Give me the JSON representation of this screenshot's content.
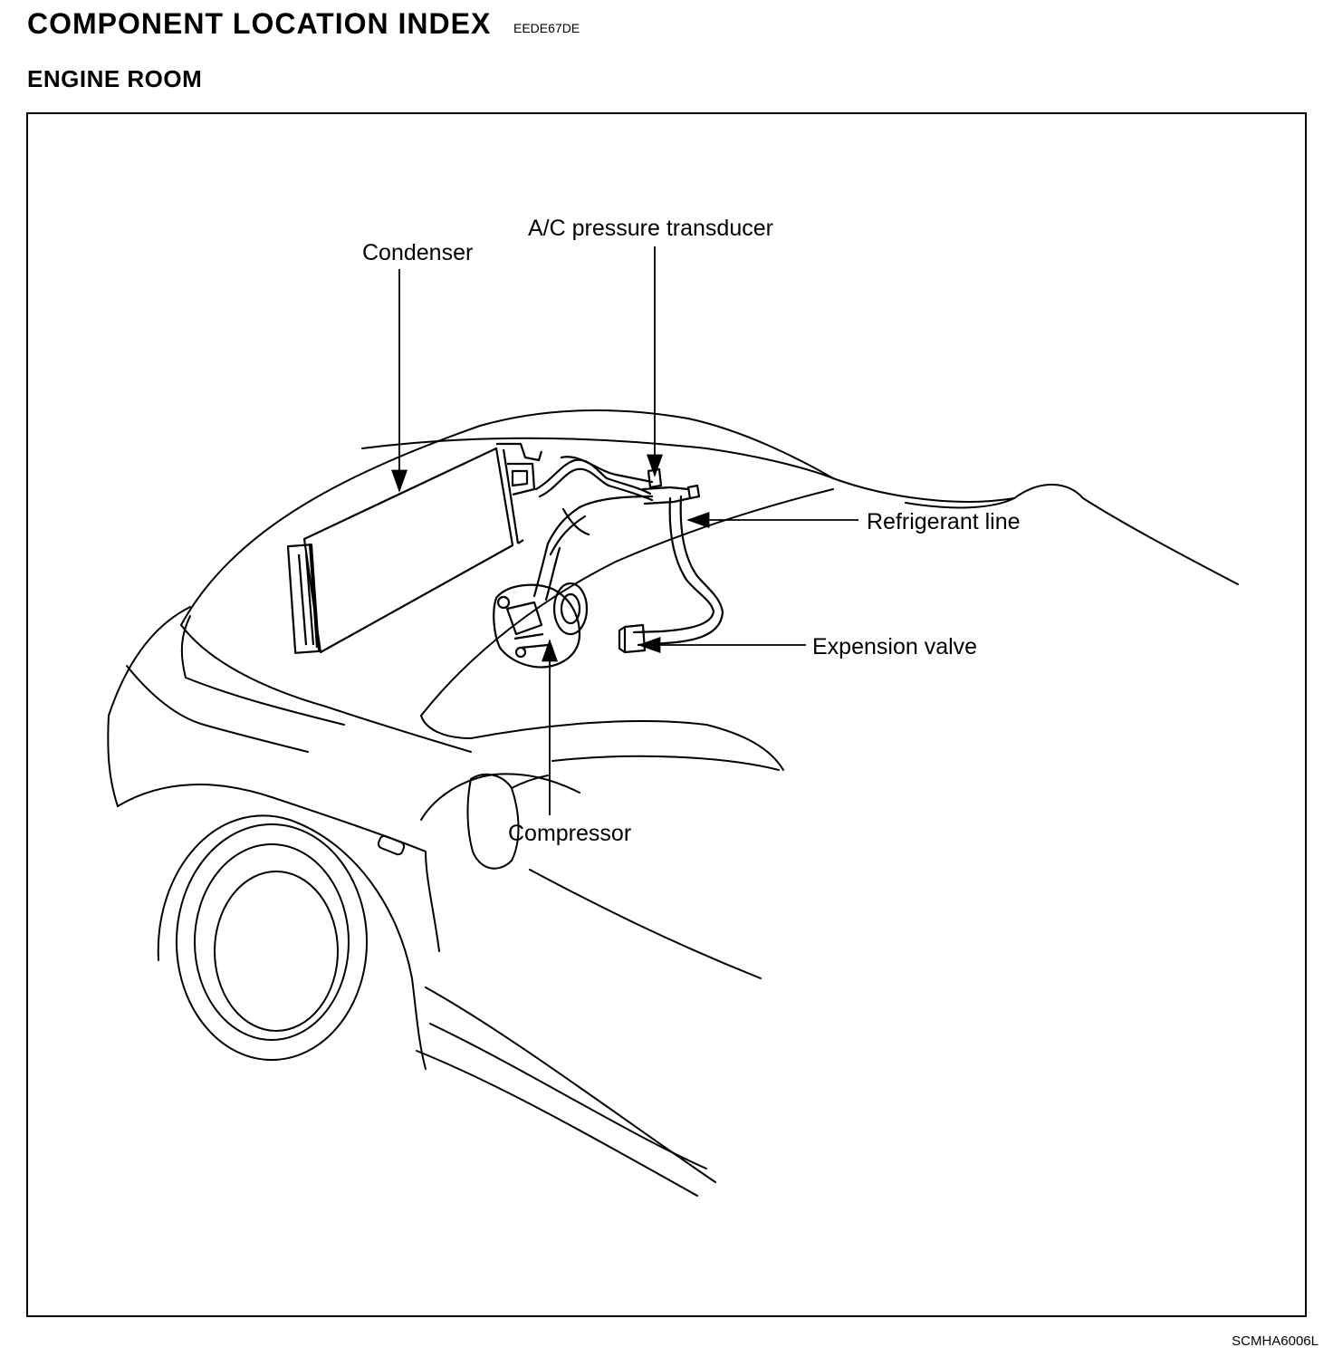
{
  "header": {
    "title": "COMPONENT LOCATION INDEX",
    "doc_code": "EEDE67DE",
    "section": "ENGINE ROOM"
  },
  "callouts": {
    "condenser": "Condenser",
    "transducer": "A/C pressure transducer",
    "refrigerant_line": "Refrigerant line",
    "expansion_valve": "Expension valve",
    "compressor": "Compressor"
  },
  "footer": {
    "figure_code": "SCMHA6006L"
  }
}
